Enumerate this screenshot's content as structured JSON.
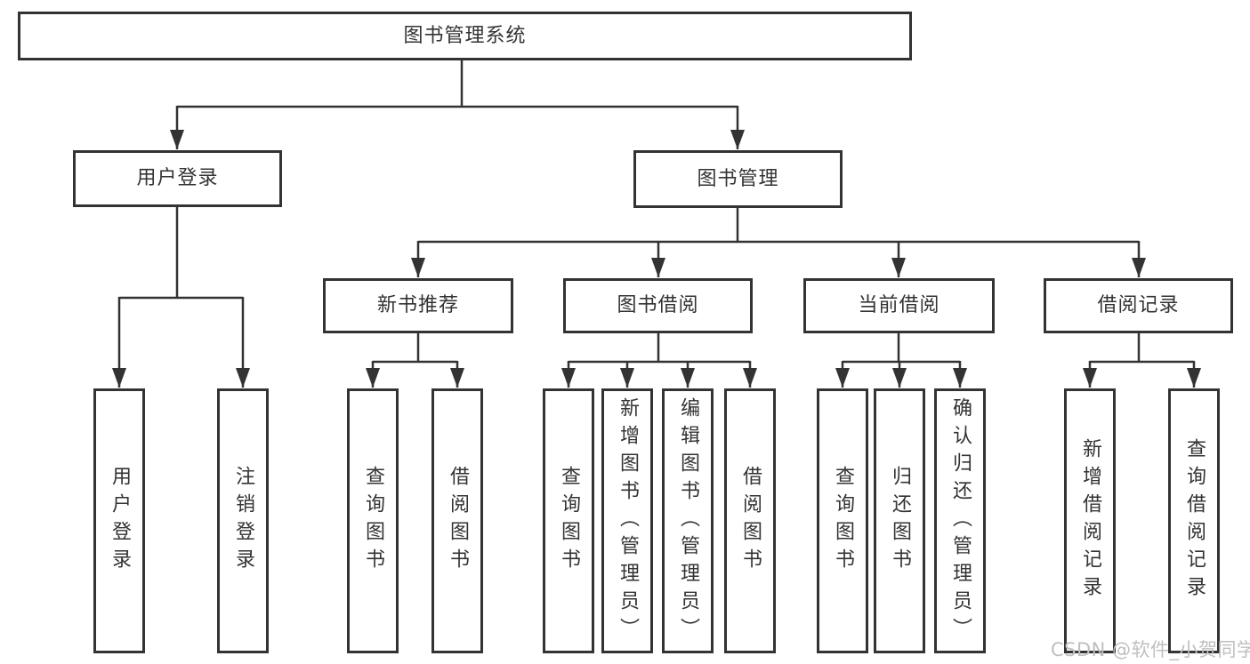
{
  "tree": {
    "root": {
      "label": "图书管理系统",
      "children": [
        {
          "label": "用户登录",
          "children": [
            {
              "label": "用户登录"
            },
            {
              "label": "注销登录"
            }
          ]
        },
        {
          "label": "图书管理",
          "children": [
            {
              "label": "新书推荐",
              "children": [
                {
                  "label": "查询图书"
                },
                {
                  "label": "借阅图书"
                }
              ]
            },
            {
              "label": "图书借阅",
              "children": [
                {
                  "label": "查询图书"
                },
                {
                  "label": "新增图书（管理员）"
                },
                {
                  "label": "编辑图书（管理员）"
                },
                {
                  "label": "借阅图书"
                }
              ]
            },
            {
              "label": "当前借阅",
              "children": [
                {
                  "label": "查询图书"
                },
                {
                  "label": "归还图书"
                },
                {
                  "label": "确认归还（管理员）"
                }
              ]
            },
            {
              "label": "借阅记录",
              "children": [
                {
                  "label": "新增借阅记录"
                },
                {
                  "label": "查询借阅记录"
                }
              ]
            }
          ]
        }
      ]
    }
  },
  "watermark": {
    "text": "CSDN @软件_小贺同学"
  },
  "colors": {
    "line": "#333333",
    "box_border": "#333333",
    "text": "#333333",
    "watermark": "#bfbfbf",
    "background": "#ffffff"
  }
}
